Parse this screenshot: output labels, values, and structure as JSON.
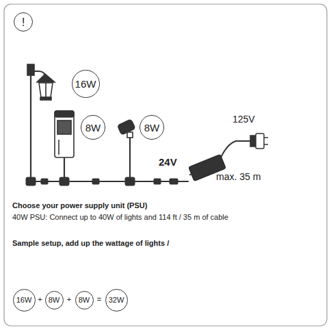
{
  "diagram": {
    "nodes": [
      {
        "text": [
          "!"
        ]
      },
      {
        "text": [
          "16W"
        ]
      },
      {
        "text": [
          "8W"
        ]
      },
      {
        "text": [
          "8W"
        ]
      },
      {
        "text": [
          "16W"
        ]
      },
      {
        "text": [
          "8W"
        ]
      },
      {
        "text": [
          "8W"
        ]
      },
      {
        "text": [
          "32W"
        ]
      }
    ],
    "labels": [
      "125V",
      "24V",
      "max. 35 m",
      "Choose your power supply unit (PSU)",
      "40W PSU: Connect up to 40W of lights and 114 ft / 35 m of cable",
      "Sample setup, add up the wattage of lights /",
      "+",
      "+",
      "="
    ]
  }
}
